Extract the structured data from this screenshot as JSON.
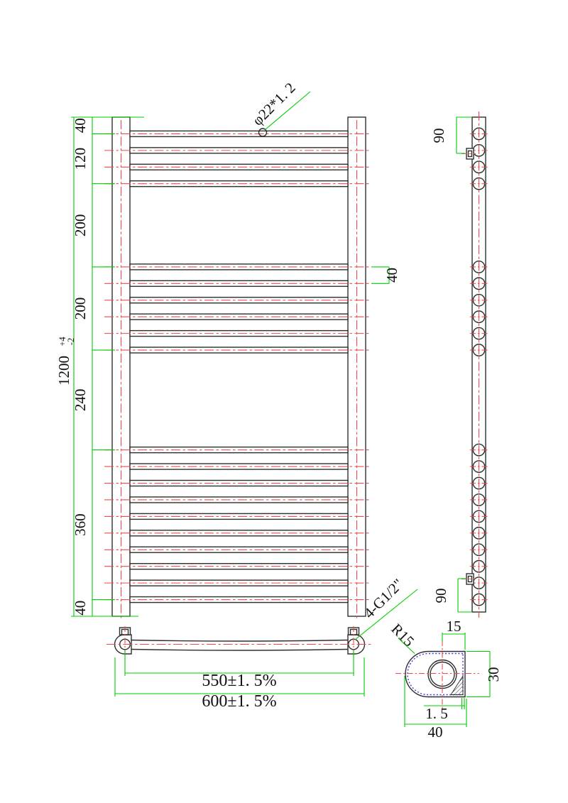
{
  "drawing": {
    "description": "towel radiator technical drawing",
    "colors": {
      "outline": "#2f2f2f",
      "dimension_green": "#00cc00",
      "centerline_red": "#f14b4b",
      "inner_wall_blue": "#3c3cdc"
    },
    "front_view": {
      "tube_label": "φ22*1. 2",
      "total_height": "1200",
      "tol_plus": "+4",
      "tol_minus": "-2",
      "segment_labels": [
        "40",
        "120",
        "200",
        "200",
        "240",
        "360",
        "40"
      ],
      "segments_mm": [
        40,
        120,
        200,
        200,
        240,
        360,
        40
      ],
      "bar_positions_mm": [
        40,
        80,
        120,
        160,
        360,
        400,
        440,
        480,
        520,
        560,
        800,
        840,
        880,
        920,
        960,
        1000,
        1040,
        1080,
        1120,
        1160
      ],
      "bar_gap_label": "40"
    },
    "side_view": {
      "top_bracket_label": "90",
      "bottom_bracket_label": "90"
    },
    "plan_view": {
      "hole_distance_label": "550±1. 5%",
      "overall_width_label": "600±1. 5%",
      "connections_label": "4-G1/2\""
    },
    "detail_view": {
      "radius_label": "R15",
      "offset_label": "15",
      "height_label": "30",
      "thickness_label": "1. 5",
      "width_label": "40"
    }
  }
}
